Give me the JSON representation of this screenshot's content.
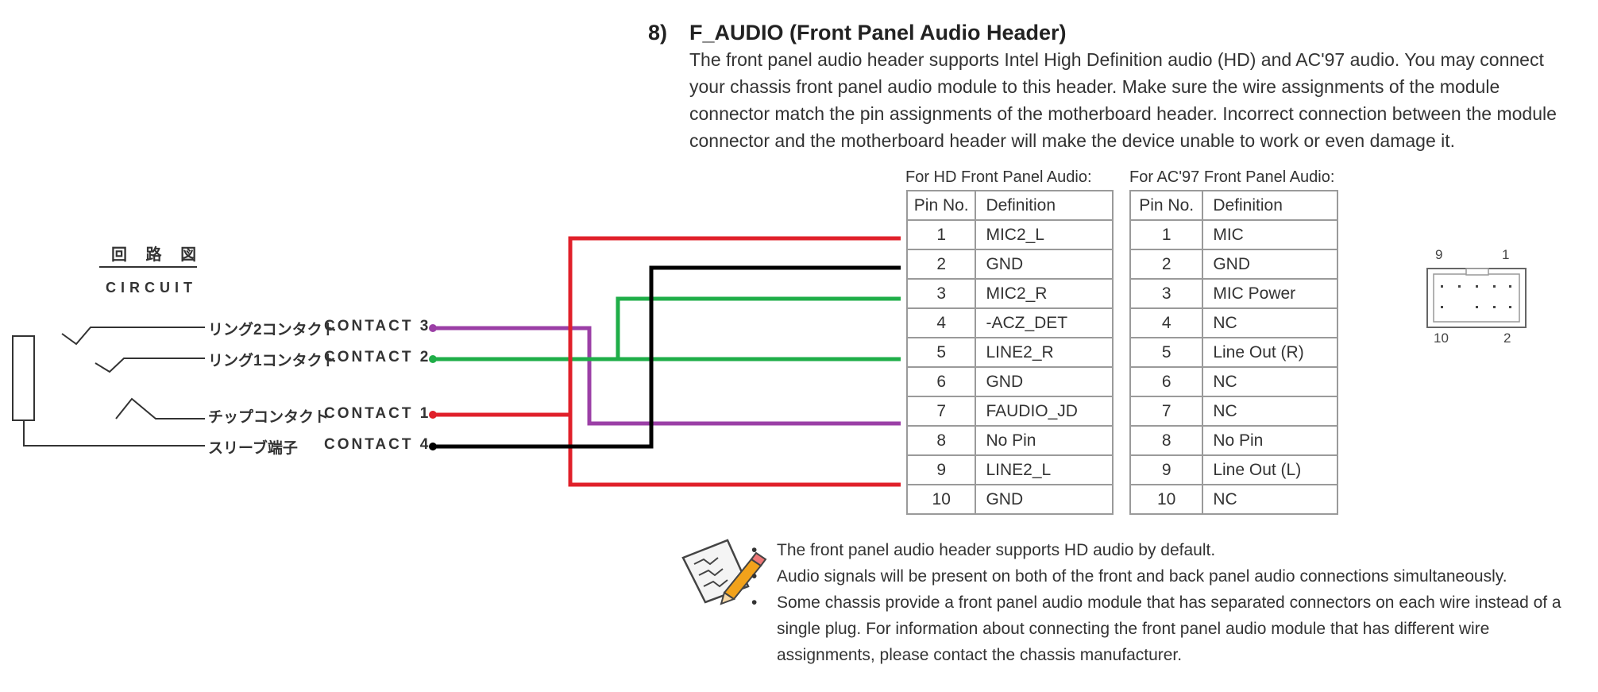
{
  "header": {
    "section_number": "8)",
    "title": "F_AUDIO (Front Panel Audio Header)",
    "intro": "The front panel audio header supports Intel High Definition audio (HD) and AC'97 audio. You may connect your chassis front panel audio module to this header. Make sure the wire assignments of the module connector match the pin assignments of the motherboard header. Incorrect connection between the module connector and the motherboard header will make the device unable to work or even damage it."
  },
  "circuit": {
    "title_jp": "回 路 図",
    "title_en": "CIRCUIT",
    "contacts": [
      {
        "jp": "リング2コンタクト",
        "en": "CONTACT 3",
        "color": "#9b3fa6"
      },
      {
        "jp": "リング1コンタクト",
        "en": "CONTACT 2",
        "color": "#1fae48"
      },
      {
        "jp": "チップコンタクト",
        "en": "CONTACT 1",
        "color": "#e0202a"
      },
      {
        "jp": "スリーブ端子",
        "en": "CONTACT 4",
        "color": "#000000"
      }
    ]
  },
  "hd_table": {
    "caption": "For HD Front Panel Audio:",
    "col_pin": "Pin No.",
    "col_def": "Definition",
    "rows": [
      {
        "pin": "1",
        "def": "MIC2_L"
      },
      {
        "pin": "2",
        "def": "GND"
      },
      {
        "pin": "3",
        "def": "MIC2_R"
      },
      {
        "pin": "4",
        "def": "-ACZ_DET"
      },
      {
        "pin": "5",
        "def": "LINE2_R"
      },
      {
        "pin": "6",
        "def": "GND"
      },
      {
        "pin": "7",
        "def": "FAUDIO_JD"
      },
      {
        "pin": "8",
        "def": "No Pin"
      },
      {
        "pin": "9",
        "def": "LINE2_L"
      },
      {
        "pin": "10",
        "def": "GND"
      }
    ]
  },
  "ac97_table": {
    "caption": "For AC'97 Front Panel Audio:",
    "col_pin": "Pin No.",
    "col_def": "Definition",
    "rows": [
      {
        "pin": "1",
        "def": "MIC"
      },
      {
        "pin": "2",
        "def": "GND"
      },
      {
        "pin": "3",
        "def": "MIC Power"
      },
      {
        "pin": "4",
        "def": "NC"
      },
      {
        "pin": "5",
        "def": "Line Out (R)"
      },
      {
        "pin": "6",
        "def": "NC"
      },
      {
        "pin": "7",
        "def": "NC"
      },
      {
        "pin": "8",
        "def": "No Pin"
      },
      {
        "pin": "9",
        "def": "Line Out (L)"
      },
      {
        "pin": "10",
        "def": "NC"
      }
    ]
  },
  "connector": {
    "label_9": "9",
    "label_1": "1",
    "label_10": "10",
    "label_2": "2"
  },
  "notes": {
    "icon": "note-pencil-icon",
    "items": [
      "The front panel audio header supports HD audio by default.",
      "Audio signals will be present on both of the front and back panel audio connections simultaneously.",
      "Some chassis provide a front panel audio module that has separated connectors on each wire instead of a single plug. For information about connecting the front panel audio module that has different wire assignments, please contact the chassis manufacturer."
    ]
  },
  "wire_colors": {
    "red": "#e0202a",
    "black": "#000000",
    "green": "#1fae48",
    "purple": "#9b3fa6"
  }
}
